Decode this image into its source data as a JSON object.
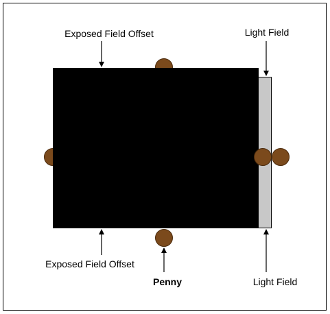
{
  "labels": {
    "exposed_field_offset_top": "Exposed Field Offset",
    "exposed_field_offset_bottom": "Exposed Field Offset",
    "light_field_top": "Light Field",
    "light_field_bottom": "Light Field",
    "penny": "Penny"
  },
  "colors": {
    "frame_border": "#000000",
    "exposed_field": "#000000",
    "light_field": "#c8c8c8",
    "penny_fill": "#7b4a1c",
    "penny_stroke": "#4a2a0c",
    "arrow": "#000000"
  }
}
